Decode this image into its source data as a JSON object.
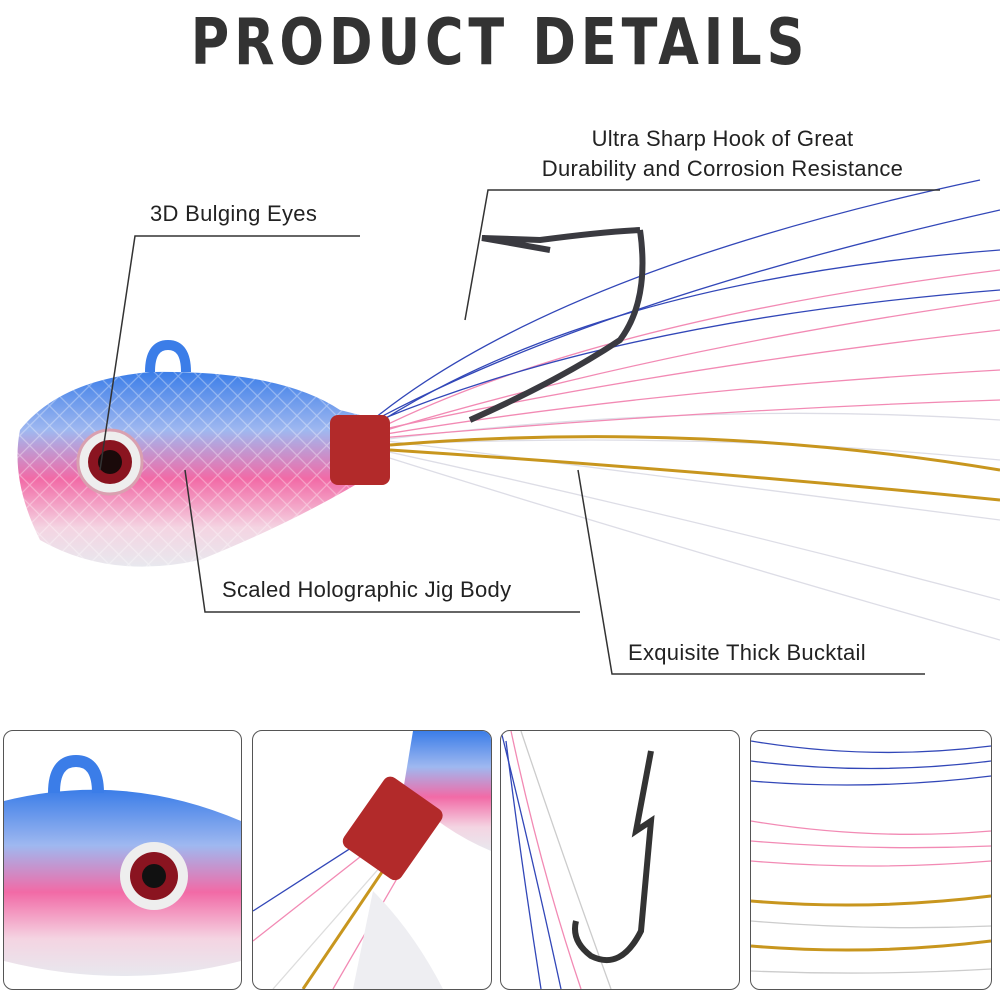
{
  "title": "PRODUCT DETAILS",
  "callouts": {
    "hook_line1": "Ultra Sharp Hook of Great",
    "hook_line2": "Durability and Corrosion Resistance",
    "eyes": "3D Bulging Eyes",
    "body": "Scaled Holographic Jig Body",
    "bucktail": "Exquisite Thick Bucktail"
  },
  "colors": {
    "title": "#333333",
    "blue": "#3a5fd0",
    "pink": "#f06aa0",
    "red": "#b22a2a",
    "gold": "#c8961e"
  }
}
